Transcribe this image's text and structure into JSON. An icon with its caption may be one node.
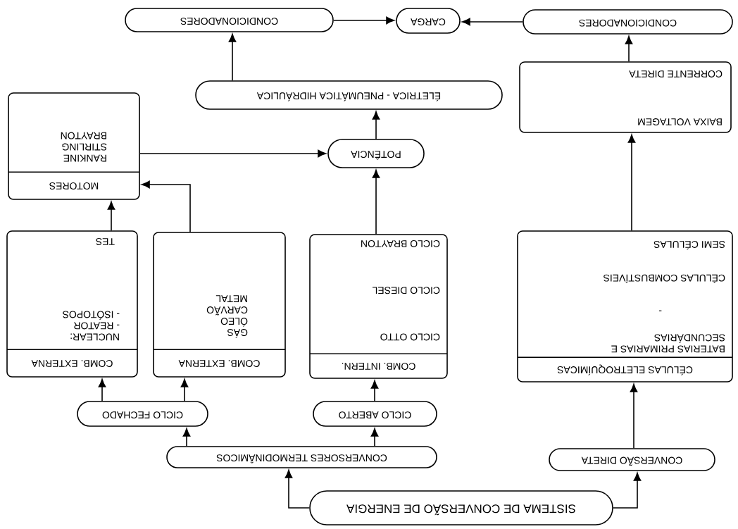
{
  "diagram": {
    "nodes": [
      {
        "text": [
          "SISTEMA DE CONVERSÃO DE ENERGIA"
        ]
      },
      {
        "text": [
          "CONVERSÃO DIRETA"
        ]
      },
      {
        "text": [
          "CONVERSORES TERMODINÂMICOS"
        ]
      },
      {
        "text": [
          "CICLO ABERTO"
        ]
      },
      {
        "text": [
          "CICLO FECHADO"
        ]
      },
      {
        "text": [
          "CÉLULAS ELETROQUÍMICAS",
          "BATERIAS PRIMARIAS E SECUNDÁRIAS",
          "-",
          "CÉLULAS COMBUSTÍVEIS",
          "SEMI CÉLULAS"
        ]
      },
      {
        "text": [
          "COMB. INTERN.",
          "CICLO OTTO",
          "CICLO DIESEL",
          "CICLO BRAYTON"
        ]
      },
      {
        "text": [
          "COMB. EXTERNA",
          "GÁS ÓLEO CARVÃO METAL"
        ]
      },
      {
        "text": [
          "COMB. EXTERNA",
          "NUCLEAR:",
          "- REATOR",
          "- ISÓTOPOS",
          "TES"
        ]
      },
      {
        "text": [
          "BAIXA VOLTAGEM",
          "CORRENTE DIRETA"
        ]
      },
      {
        "text": [
          "POTÊNCIA"
        ]
      },
      {
        "text": [
          "MOTORES",
          "RANKINE STIRLING BRAYTON"
        ]
      },
      {
        "text": [
          "ÉLETRICA - PNEUMÁTICA HIDRÁULICA"
        ]
      },
      {
        "text": [
          "CONDICIONADORES"
        ]
      },
      {
        "text": [
          "CARGA"
        ]
      },
      {
        "text": [
          "CONDICIONADORES"
        ]
      }
    ],
    "edges": [
      {
        "from": 0,
        "to": 1,
        "arrow": "to"
      },
      {
        "from": 0,
        "to": 2,
        "arrow": "to"
      },
      {
        "from": 1,
        "to": 5,
        "arrow": "to"
      },
      {
        "from": 2,
        "to": 3,
        "arrow": "to"
      },
      {
        "from": 2,
        "to": 4,
        "arrow": "to"
      },
      {
        "from": 3,
        "to": 6,
        "arrow": "to"
      },
      {
        "from": 4,
        "to": 7,
        "arrow": "to"
      },
      {
        "from": 4,
        "to": 8,
        "arrow": "to"
      },
      {
        "from": 5,
        "to": 9,
        "arrow": "to"
      },
      {
        "from": 6,
        "to": 10,
        "arrow": "to"
      },
      {
        "from": 7,
        "to": 11,
        "arrow": "to"
      },
      {
        "from": 8,
        "to": 11,
        "arrow": "to"
      },
      {
        "from": 11,
        "to": 10,
        "arrow": "to"
      },
      {
        "from": 10,
        "to": 12,
        "arrow": "to"
      },
      {
        "from": 12,
        "to": 15,
        "arrow": "to"
      },
      {
        "from": 9,
        "to": 13,
        "arrow": "to"
      },
      {
        "from": 13,
        "to": 14,
        "arrow": "to"
      },
      {
        "from": 15,
        "to": 14,
        "arrow": "to"
      }
    ]
  }
}
